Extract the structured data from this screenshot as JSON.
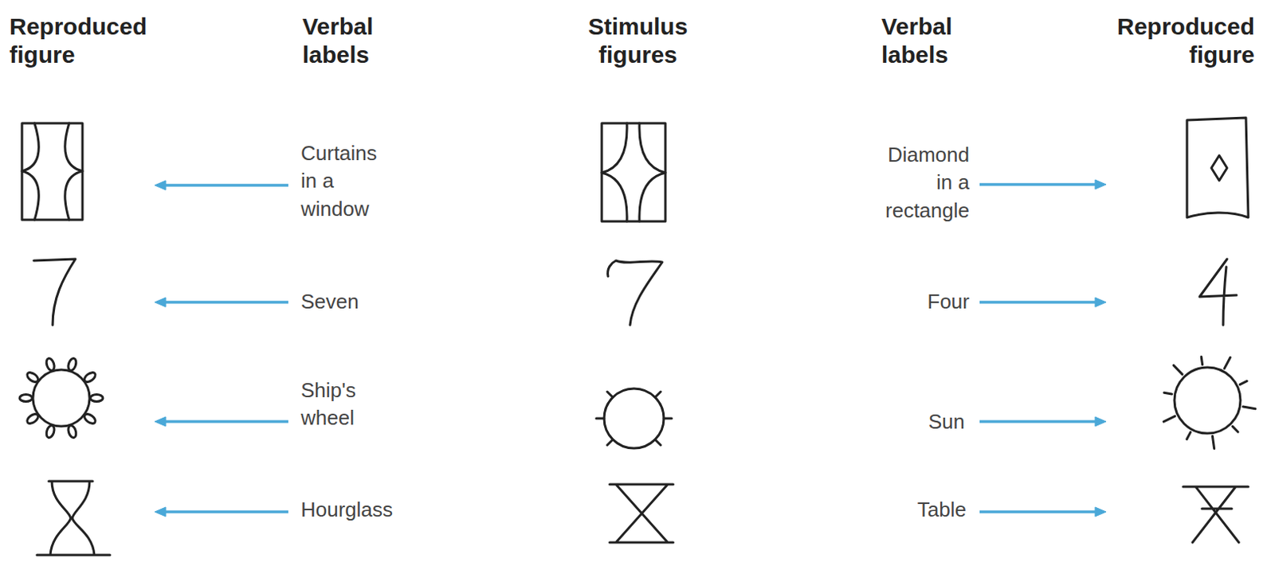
{
  "diagram": {
    "labels": [
      "Reproduced figure",
      "Verbal labels",
      "Stimulus figures",
      "Verbal labels",
      "Reproduced figure",
      "Curtains in a window",
      "Seven",
      "Ship's wheel",
      "Hourglass",
      "Diamond in a rectangle",
      "Four",
      "Sun",
      "Table"
    ]
  }
}
